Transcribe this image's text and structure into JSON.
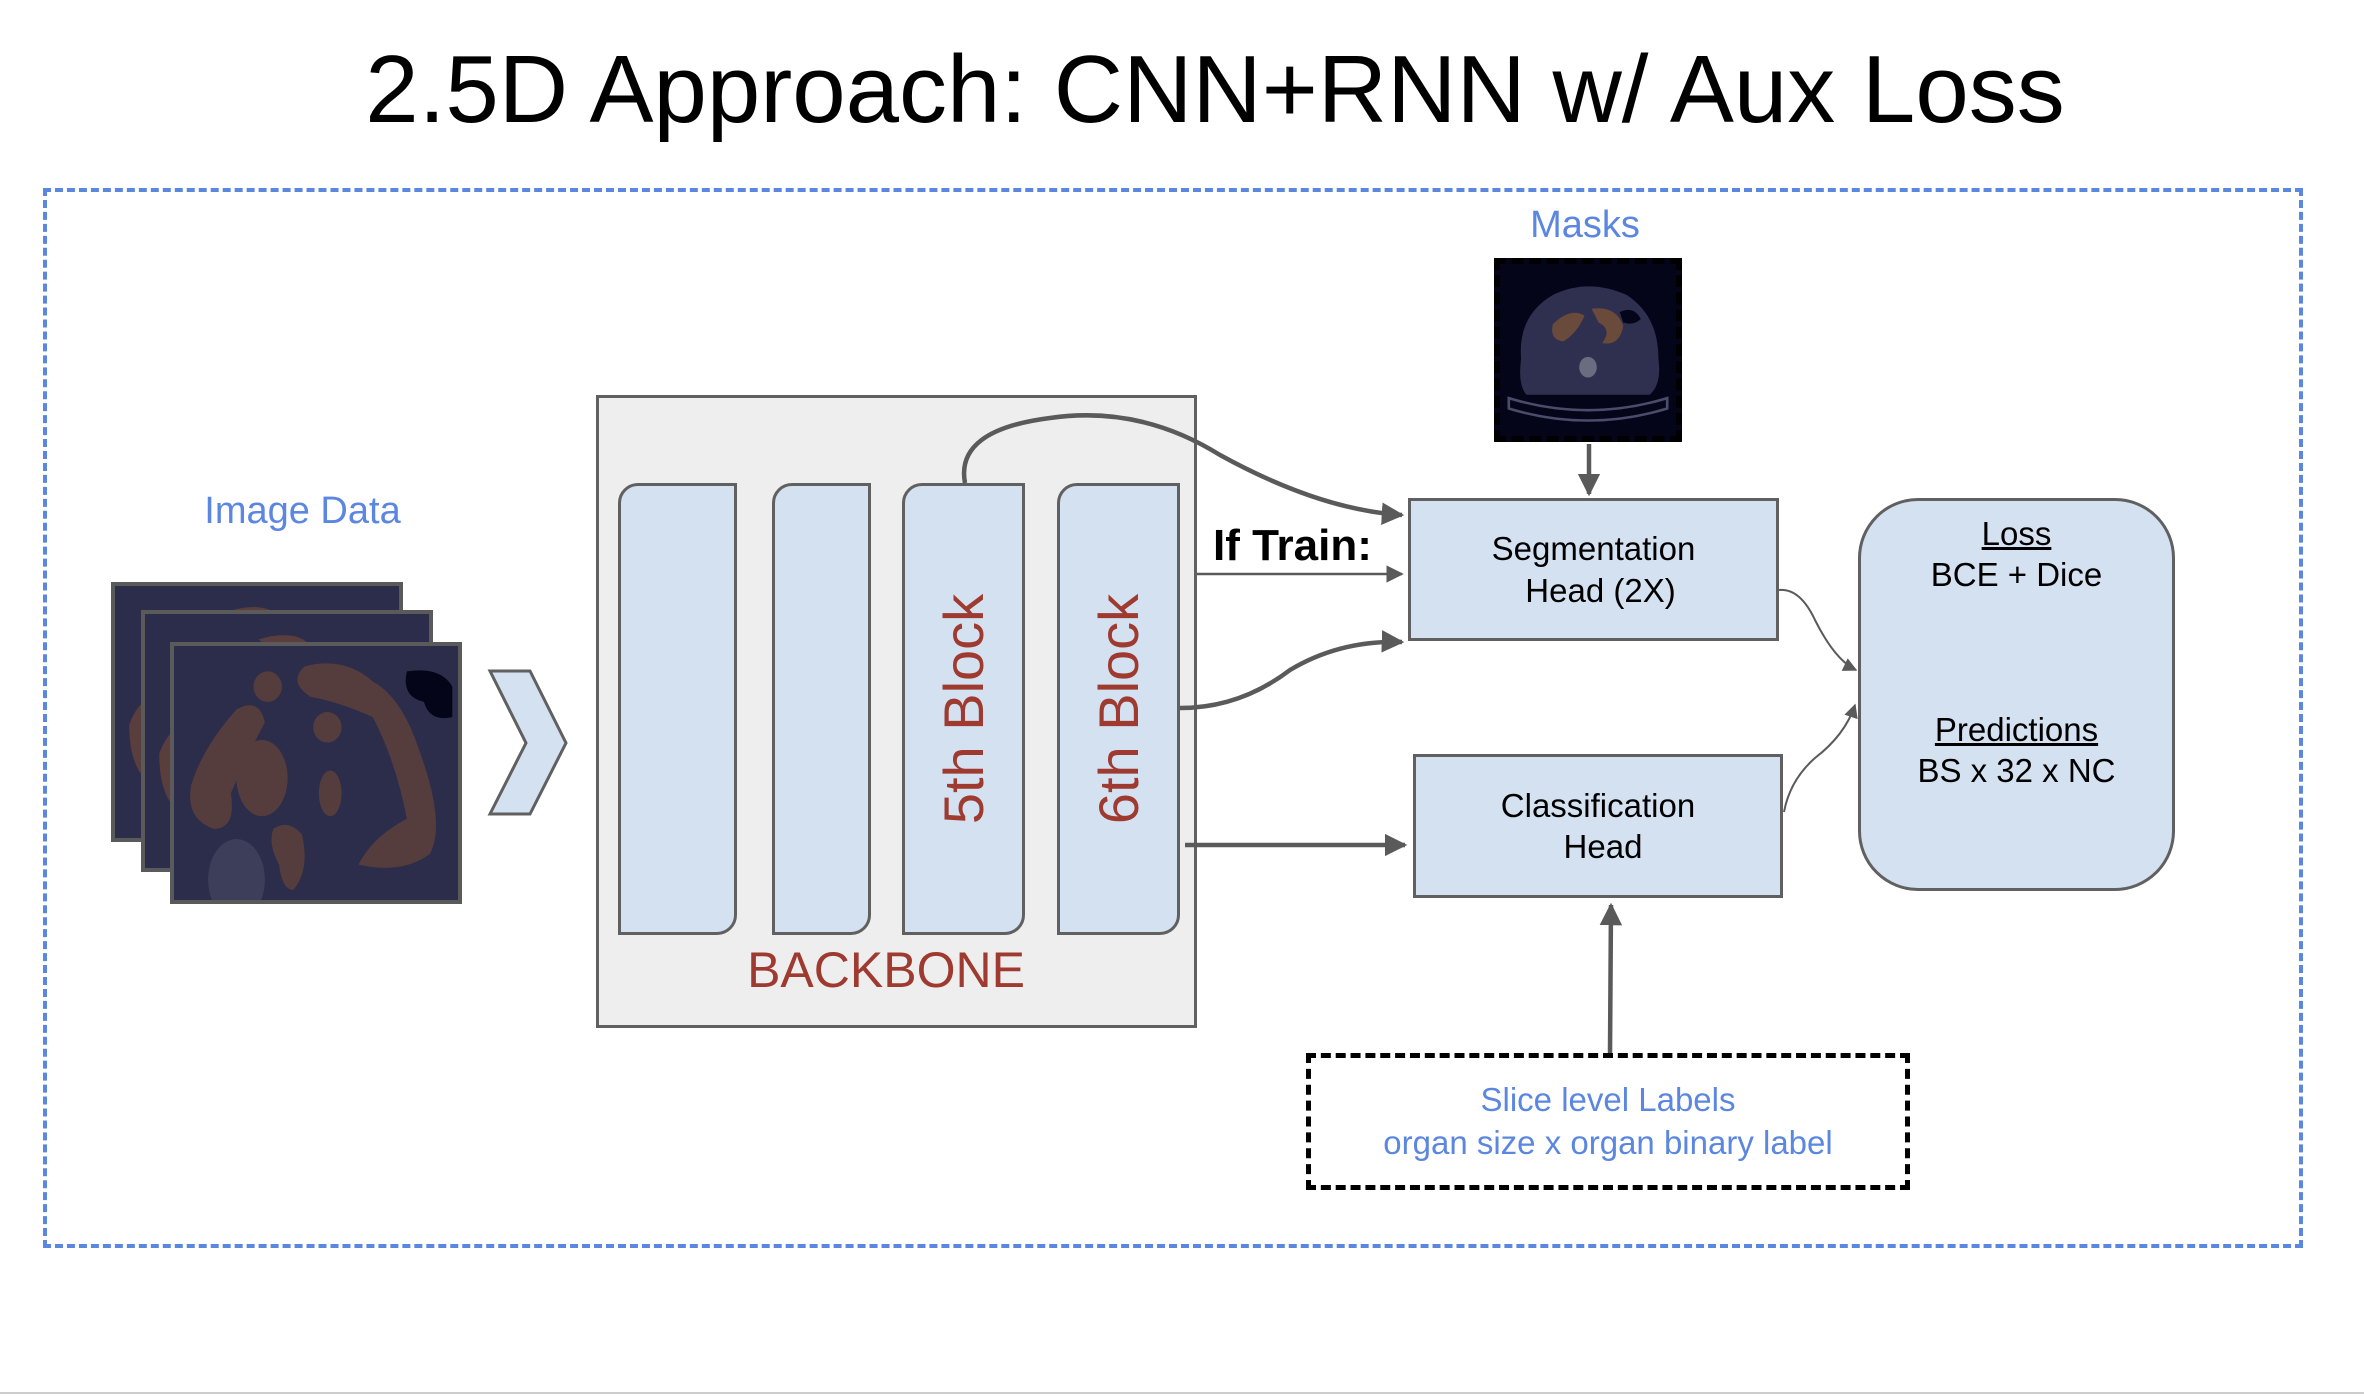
{
  "title": "2.5D Approach: CNN+RNN w/ Aux Loss",
  "inputs": {
    "image_data_label": "Image Data",
    "masks_label": "Masks"
  },
  "backbone": {
    "label": "BACKBONE",
    "blocks": [
      "",
      "",
      "5th Block",
      "6th Block"
    ]
  },
  "condition_label": "If Train:",
  "heads": {
    "segmentation": {
      "line1": "Segmentation",
      "line2": "Head (2X)"
    },
    "classification": {
      "line1": "Classification",
      "line2": "Head"
    }
  },
  "output": {
    "loss_title": "Loss",
    "loss_value": "BCE + Dice",
    "predictions_title": "Predictions",
    "predictions_value": "BS x 32 x NC"
  },
  "labels": {
    "line1": "Slice level Labels",
    "line2": "organ size x organ binary label"
  },
  "colors": {
    "accent_blue": "#5b87e0",
    "block_fill": "#d4e1f0",
    "backbone_fill": "#eeeeee",
    "backbone_text": "#9e3a2f",
    "arrow": "#5a5a5a"
  }
}
